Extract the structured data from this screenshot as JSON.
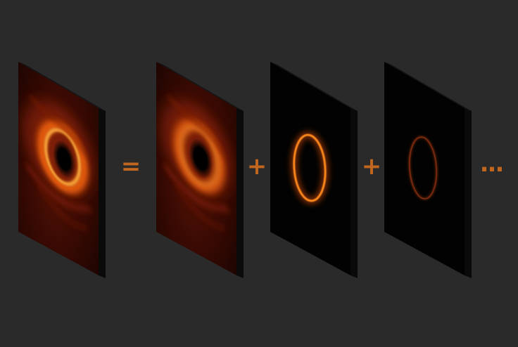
{
  "colors": {
    "background": "#2a2a2a",
    "operator": "#c0661e",
    "ring": "#ff8a1e",
    "glow": "#ff5a0a"
  },
  "operators": {
    "equals": "=",
    "plus_1": "+",
    "plus_2": "+",
    "ellipsis": "..."
  },
  "panels": [
    {
      "name": "full-image",
      "content": "blurred-black-hole-image"
    },
    {
      "name": "component-1",
      "content": "blurred-black-hole-image"
    },
    {
      "name": "component-2",
      "content": "bright-photon-ring"
    },
    {
      "name": "component-3",
      "content": "faint-photon-ring"
    }
  ]
}
